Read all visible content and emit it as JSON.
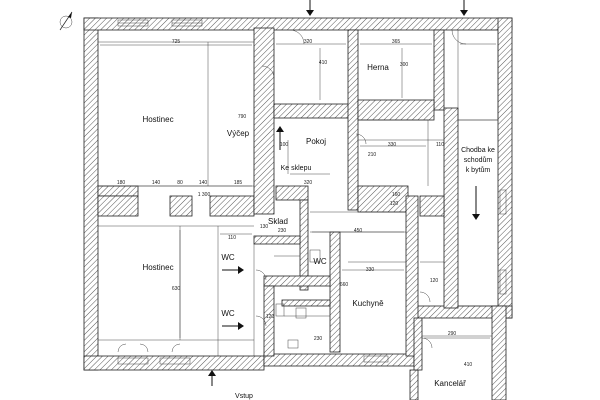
{
  "rooms": {
    "hostinec_top": "Hostinec",
    "vycep": "Výčep",
    "hostinec_bottom": "Hostinec",
    "herna": "Herna",
    "pokoj": "Pokoj",
    "ke_sklepu": "Ke sklepu",
    "sklad": "Sklad",
    "wc_upper": "WC",
    "wc_small": "WC",
    "wc_lower": "WC",
    "kuchyne": "Kuchyně",
    "kancelar": "Kancelář",
    "vstup": "Vstup",
    "chodba_line1": "Chodba ke",
    "chodba_line2": "schodům",
    "chodba_line3": "k bytům"
  },
  "dims": {
    "d725": "725",
    "d790": "790",
    "d180": "180",
    "d140a": "140",
    "d80": "80",
    "d140b": "140",
    "d185": "185",
    "d1300": "1 300",
    "d110a": "110",
    "d630": "630",
    "d320a": "320",
    "d410a": "410",
    "d365": "365",
    "d300": "300",
    "d100": "100",
    "d330a": "330",
    "d110b": "110",
    "d210": "210",
    "d320b": "320",
    "d160": "160",
    "d120a": "120",
    "d230a": "230",
    "d450": "450",
    "d330b": "330",
    "d660": "660",
    "d120b": "120",
    "d230b": "230",
    "d290": "290",
    "d410b": "410",
    "d120c": "120",
    "d130": "130"
  }
}
